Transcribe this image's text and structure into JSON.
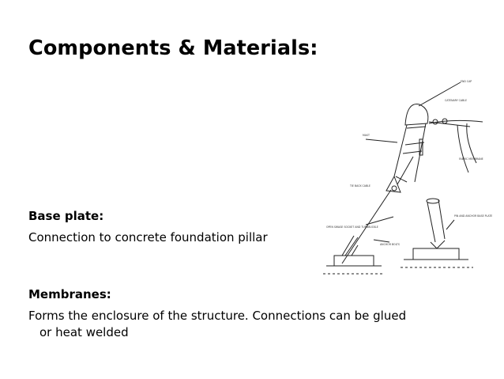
{
  "slide": {
    "title": "Components & Materials:",
    "base_plate": {
      "heading": "Base plate:",
      "text": "Connection to concrete foundation pillar"
    },
    "membranes": {
      "heading": "Membranes:",
      "line1": "Forms the enclosure of the structure. Connections can be glued",
      "line2": "or heat welded"
    },
    "diagram": {
      "labels": {
        "end_cap": "END CAP",
        "catenary_cable": "CATENARY CABLE",
        "mast": "MAST",
        "fabric_membrane": "FABRIC MEMBRANE",
        "tie_back_cable": "TIE BACK CABLE",
        "open_swage": "OPEN SWAGE SOCKET AND TURNBUCKLE",
        "anchor_bolts": "ANCHOR BOLTS",
        "pin_and_anchor": "PIN AND ANCHOR BASE PLATE"
      }
    }
  }
}
